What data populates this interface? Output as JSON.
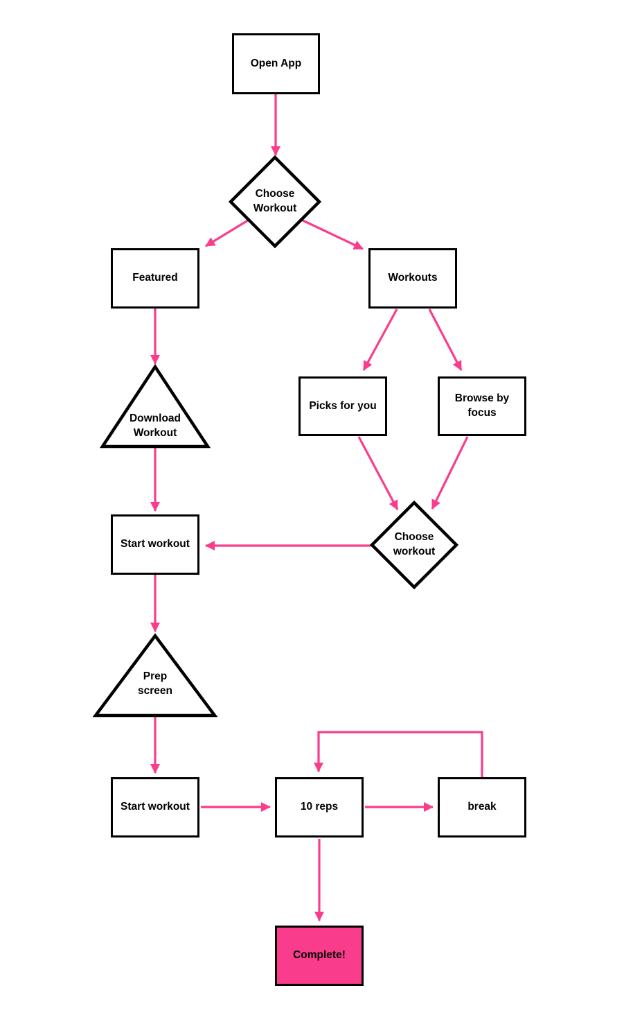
{
  "colors": {
    "arrow": "#FA3C8C",
    "shape_border": "#000000",
    "shape_fill": "#FFFFFF",
    "complete_fill": "#FA3C8C",
    "text": "#000000"
  },
  "nodes": {
    "open_app": {
      "label": "Open App",
      "shape": "rectangle"
    },
    "choose_workout": {
      "label": "Choose\nWorkout",
      "shape": "diamond"
    },
    "featured": {
      "label": "Featured",
      "shape": "rectangle"
    },
    "workouts": {
      "label": "Workouts",
      "shape": "rectangle"
    },
    "download_workout": {
      "label": "Download\nWorkout",
      "shape": "triangle"
    },
    "picks_for_you": {
      "label": "Picks for you",
      "shape": "rectangle"
    },
    "browse_by_focus": {
      "label": "Browse by\nfocus",
      "shape": "rectangle"
    },
    "choose_workout_2": {
      "label": "Choose\nworkout",
      "shape": "diamond"
    },
    "start_workout_1": {
      "label": "Start workout",
      "shape": "rectangle"
    },
    "prep_screen": {
      "label": "Prep\nscreen",
      "shape": "triangle"
    },
    "start_workout_2": {
      "label": "Start workout",
      "shape": "rectangle"
    },
    "ten_reps": {
      "label": "10 reps",
      "shape": "rectangle"
    },
    "break": {
      "label": "break",
      "shape": "rectangle"
    },
    "complete": {
      "label": "Complete!",
      "shape": "rectangle",
      "fill": "#FA3C8C"
    }
  },
  "edges": [
    {
      "from": "open_app",
      "to": "choose_workout"
    },
    {
      "from": "choose_workout",
      "to": "featured"
    },
    {
      "from": "choose_workout",
      "to": "workouts"
    },
    {
      "from": "featured",
      "to": "download_workout"
    },
    {
      "from": "download_workout",
      "to": "start_workout_1"
    },
    {
      "from": "workouts",
      "to": "picks_for_you"
    },
    {
      "from": "workouts",
      "to": "browse_by_focus"
    },
    {
      "from": "picks_for_you",
      "to": "choose_workout_2"
    },
    {
      "from": "browse_by_focus",
      "to": "choose_workout_2"
    },
    {
      "from": "choose_workout_2",
      "to": "start_workout_1"
    },
    {
      "from": "start_workout_1",
      "to": "prep_screen"
    },
    {
      "from": "prep_screen",
      "to": "start_workout_2"
    },
    {
      "from": "start_workout_2",
      "to": "ten_reps"
    },
    {
      "from": "ten_reps",
      "to": "break"
    },
    {
      "from": "break",
      "to": "ten_reps"
    },
    {
      "from": "ten_reps",
      "to": "complete"
    }
  ]
}
